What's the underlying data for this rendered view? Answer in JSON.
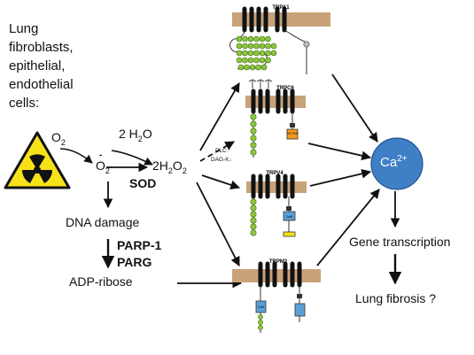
{
  "cells_line1": "Lung",
  "cells_line2": "fibroblasts,",
  "cells_line3": "epithelial,",
  "cells_line4": "endothelial",
  "cells_line5": "cells:",
  "o2": "O",
  "o2_sub": "2",
  "water": "2 H",
  "water_sub": "2",
  "water_tail": "O",
  "superoxide": "O",
  "superoxide_sub": "2",
  "superoxide_mark": "-",
  "peroxide_a": "2H",
  "peroxide_b": "2",
  "peroxide_c": "O",
  "peroxide_d": "2",
  "sod": "SOD",
  "dna_damage": "DNA damage",
  "parp1": "PARP-1",
  "parg": "PARG",
  "adp_ribose": "ADP-ribose",
  "plc": "PLC",
  "plc_arrow": "↑",
  "dagk": "DAG-K",
  "dagk_arrow": "↓",
  "channels": [
    "TRPA1",
    "TRPC6",
    "TRPV4",
    "TRPM2"
  ],
  "pkc_label": "CK PKR",
  "cam_label": "CaM",
  "ca_base": "Ca",
  "ca_charge": "2+",
  "gene_transcription": "Gene transcription",
  "lung_fibrosis": "Lung fibrosis ?",
  "colors": {
    "membrane": "#c9a27a",
    "helix": "#111111",
    "bead": "#8dc63f",
    "bead_stroke": "#3f6b12",
    "calcium": "#3f7fc6",
    "warn_yellow": "#f7e11a",
    "pkc": "#f29a1f",
    "cam": "#5aa0d8"
  }
}
